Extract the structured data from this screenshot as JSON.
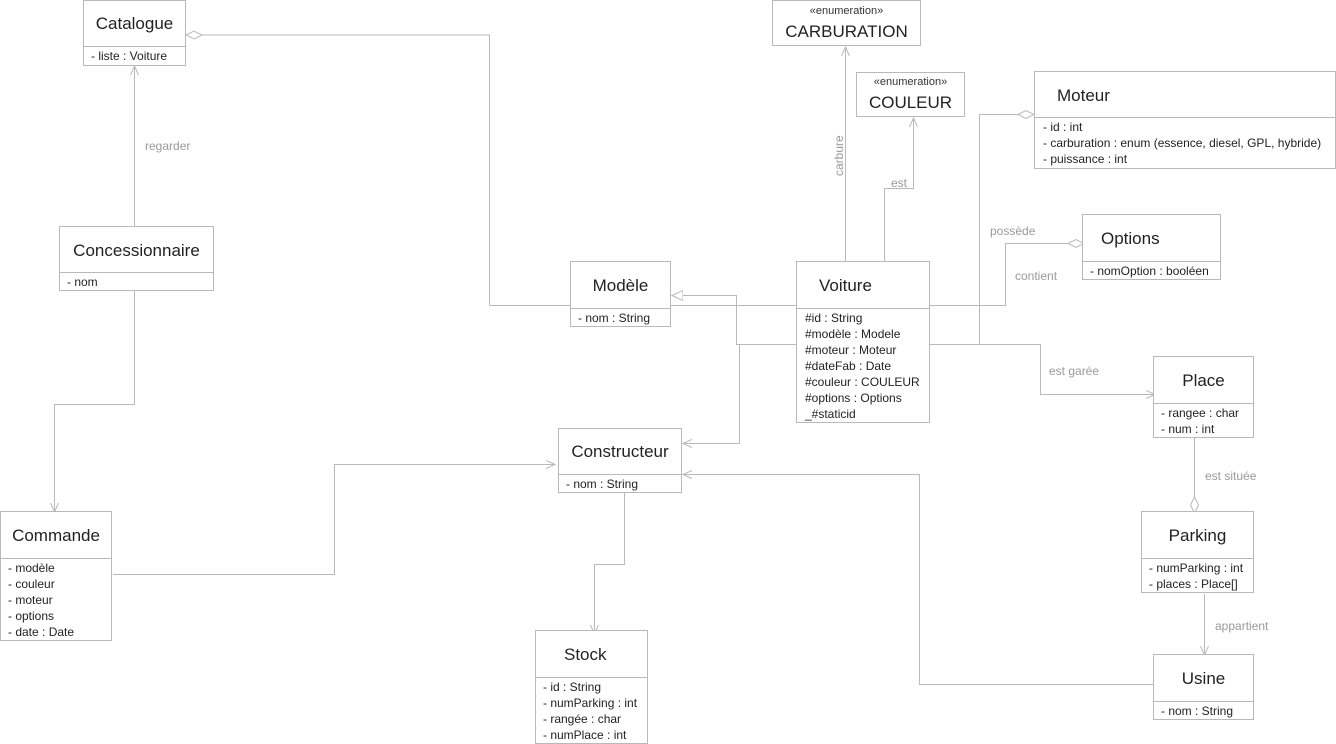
{
  "classes": {
    "catalogue": {
      "name": "Catalogue",
      "attrs": [
        "- liste : Voiture"
      ]
    },
    "concessionnaire": {
      "name": "Concessionnaire",
      "attrs": [
        "- nom"
      ]
    },
    "commande": {
      "name": "Commande",
      "attrs": [
        "- modèle",
        "- couleur",
        "- moteur",
        "- options",
        "- date : Date"
      ]
    },
    "modele": {
      "name": "Modèle",
      "attrs": [
        "- nom : String"
      ]
    },
    "voiture": {
      "name": "Voiture",
      "attrs": [
        "#id : String",
        "#modèle : Modele",
        "#moteur : Moteur",
        "#dateFab : Date",
        "#couleur : COULEUR",
        "#options : Options",
        "_#staticid"
      ]
    },
    "constructeur": {
      "name": "Constructeur",
      "attrs": [
        "- nom : String"
      ]
    },
    "stock": {
      "name": "Stock",
      "attrs": [
        "- id : String",
        "- numParking : int",
        "- rangée : char",
        "- numPlace : int"
      ]
    },
    "carburation": {
      "stereotype": "«enumeration»",
      "name": "CARBURATION"
    },
    "couleur": {
      "stereotype": "«enumeration»",
      "name": "COULEUR"
    },
    "moteur": {
      "name": "Moteur",
      "attrs": [
        "- id : int",
        "- carburation : enum (essence, diesel, GPL, hybride)",
        "- puissance : int"
      ]
    },
    "options": {
      "name": "Options",
      "attrs": [
        "- nomOption : booléen"
      ]
    },
    "place": {
      "name": "Place",
      "attrs": [
        "- rangee : char",
        "- num : int"
      ]
    },
    "parking": {
      "name": "Parking",
      "attrs": [
        "- numParking : int",
        "- places : Place[]"
      ]
    },
    "usine": {
      "name": "Usine",
      "attrs": [
        "- nom : String"
      ]
    }
  },
  "relations": {
    "regarder": "regarder",
    "carbure": "carbure",
    "est": "est",
    "possede": "possède",
    "contient": "contient",
    "est_garee": "est garée",
    "est_situee": "est située",
    "appartient": "appartient"
  },
  "colors": {
    "line": "#b9b9b9",
    "label": "#9a9a9a",
    "border": "#b9b9b9"
  }
}
